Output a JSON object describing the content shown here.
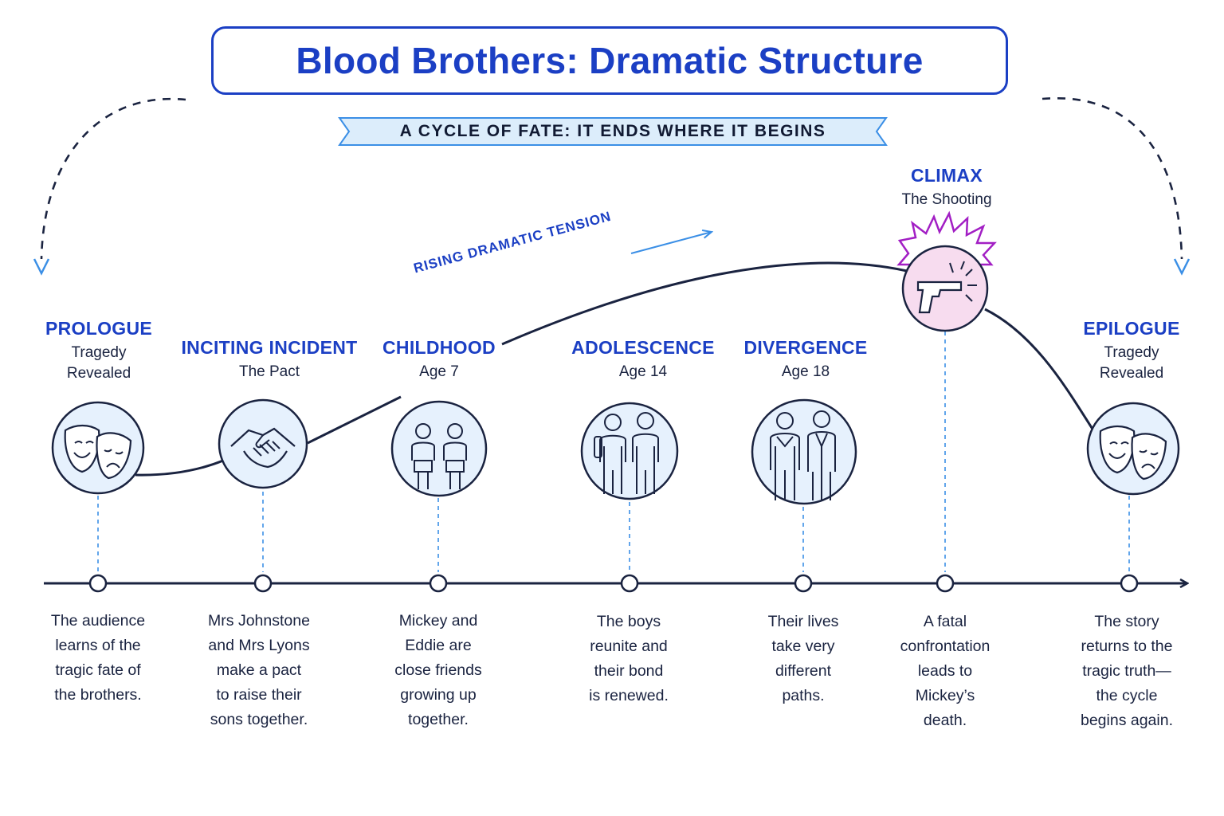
{
  "title": "Blood Brothers: Dramatic Structure",
  "banner": "A CYCLE OF FATE: IT ENDS WHERE IT BEGINS",
  "tension_label": "RISING DRAMATIC TENSION",
  "colors": {
    "accent": "#1b3fc4",
    "ink": "#1a2340",
    "circle_fill": "#e6f1fd",
    "climax_fill": "#f7dcef",
    "burst": "#a21fc4",
    "guide": "#3b8fe6"
  },
  "stages": [
    {
      "name": "PROLOGUE",
      "sub_lines": [
        "Tragedy",
        "Revealed"
      ],
      "icon": "theatre-masks-icon",
      "desc_lines": [
        "The audience",
        "learns of the",
        "tragic fate of",
        "the brothers."
      ]
    },
    {
      "name": "INCITING INCIDENT",
      "sub_lines": [
        "The Pact"
      ],
      "icon": "handshake-icon",
      "desc_lines": [
        "Mrs Johnstone",
        "and Mrs Lyons",
        "make a pact",
        "to raise their",
        "sons together."
      ]
    },
    {
      "name": "CHILDHOOD",
      "sub_lines": [
        "Age 7"
      ],
      "icon": "two-children-icon",
      "desc_lines": [
        "Mickey and",
        "Eddie are",
        "close friends",
        "growing up",
        "together."
      ]
    },
    {
      "name": "ADOLESCENCE",
      "sub_lines": [
        "Age 14"
      ],
      "icon": "two-teenagers-icon",
      "desc_lines": [
        "The boys",
        "reunite and",
        "their bond",
        "is renewed."
      ]
    },
    {
      "name": "DIVERGENCE",
      "sub_lines": [
        "Age 18"
      ],
      "icon": "two-young-men-icon",
      "desc_lines": [
        "Their lives",
        "take very",
        "different",
        "paths."
      ]
    },
    {
      "name": "CLIMAX",
      "sub_lines": [
        "The Shooting"
      ],
      "icon": "gun-icon",
      "desc_lines": [
        "A fatal",
        "confrontation",
        "leads to",
        "Mickey’s",
        "death."
      ]
    },
    {
      "name": "EPILOGUE",
      "sub_lines": [
        "Tragedy",
        "Revealed"
      ],
      "icon": "theatre-masks-icon",
      "desc_lines": [
        "The story",
        "returns to the",
        "tragic truth—",
        "the cycle",
        "begins again."
      ]
    }
  ]
}
